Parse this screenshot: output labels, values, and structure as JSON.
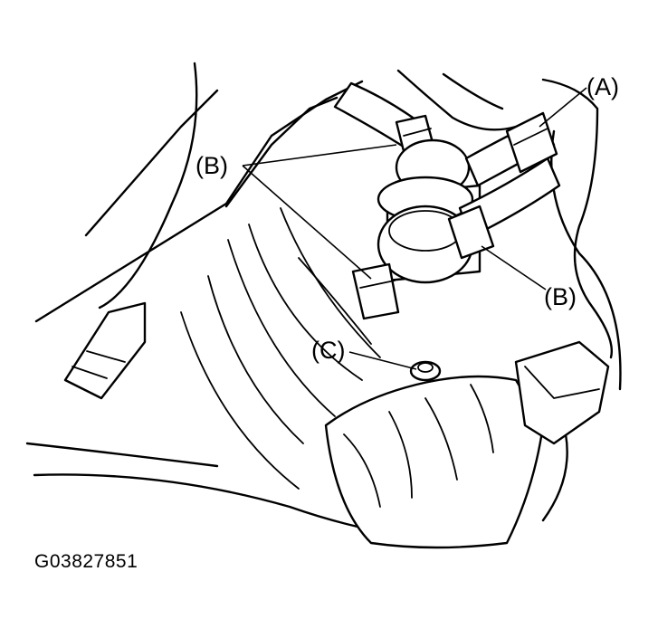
{
  "labels": {
    "a": "(A)",
    "b_upper": "(B)",
    "b_lower": "(B)",
    "c": "(C)"
  },
  "figure_id": "G03827851",
  "colors": {
    "line": "#000000",
    "background": "#ffffff"
  }
}
